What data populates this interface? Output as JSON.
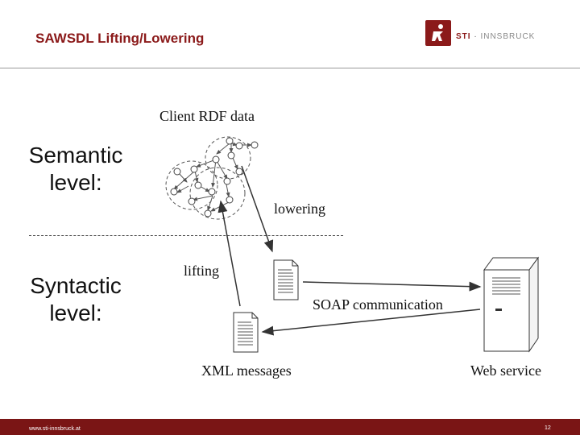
{
  "slide": {
    "title": "SAWSDL Lifting/Lowering",
    "logo": {
      "brand": "STI",
      "separator": " · ",
      "name": "INNSBRUCK"
    },
    "semantic_label": [
      "Semantic",
      "level:"
    ],
    "syntactic_label": [
      "Syntactic",
      "level:"
    ]
  },
  "diagram": {
    "client_rdf": "Client RDF data",
    "lowering": "lowering",
    "lifting": "lifting",
    "soap": "SOAP communication",
    "xml": "XML messages",
    "web_service": "Web service"
  },
  "footer": {
    "url": "www.sti-innsbruck.at",
    "page": "12"
  },
  "colors": {
    "accent": "#8b1a1a",
    "footer": "#7a1515"
  }
}
